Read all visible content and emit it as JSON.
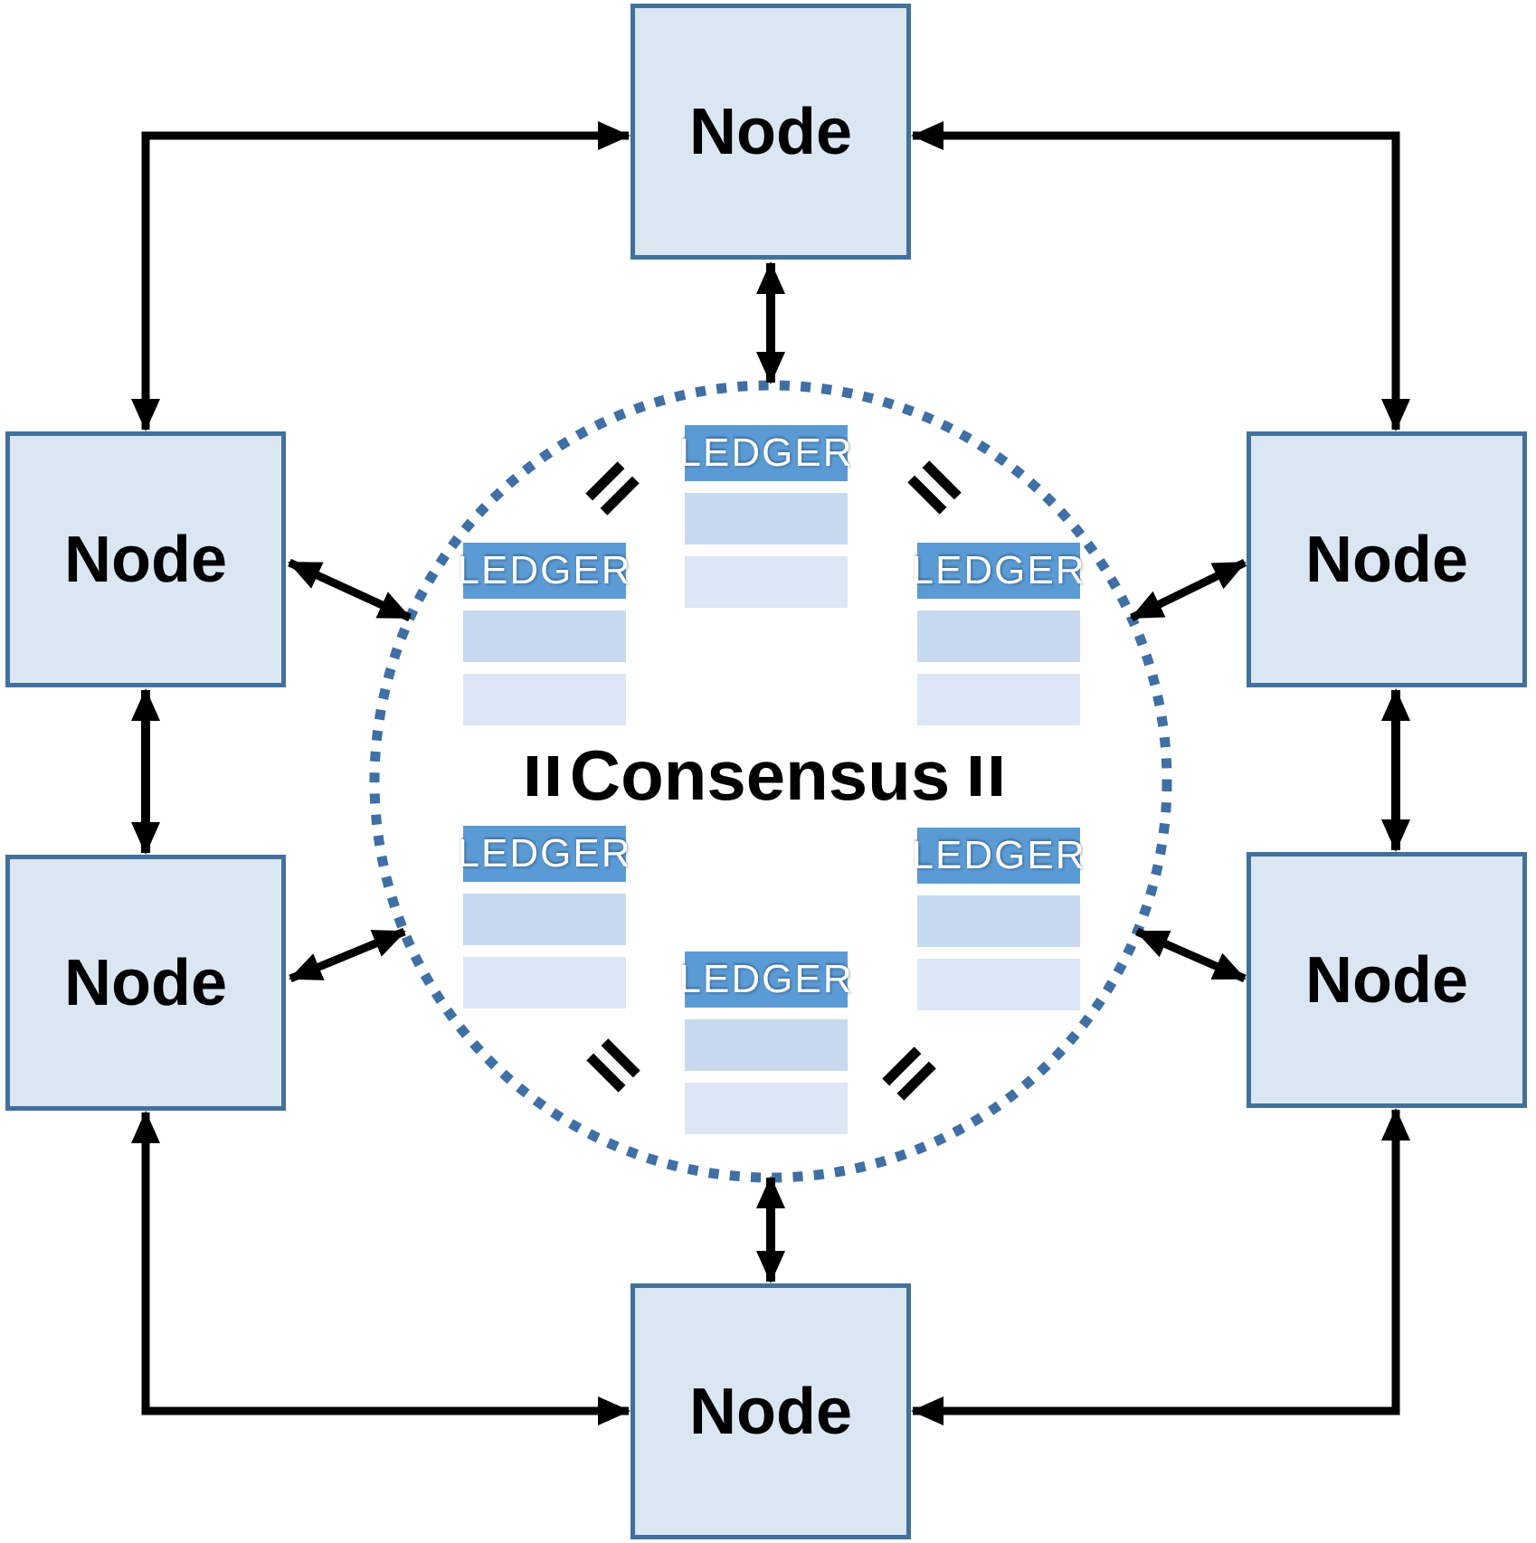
{
  "diagram": {
    "type": "blockchain-consensus-network",
    "center_label": "Consensus",
    "nodes": [
      {
        "id": "top",
        "label": "Node"
      },
      {
        "id": "left-upper",
        "label": "Node"
      },
      {
        "id": "left-lower",
        "label": "Node"
      },
      {
        "id": "right-upper",
        "label": "Node"
      },
      {
        "id": "right-lower",
        "label": "Node"
      },
      {
        "id": "bottom",
        "label": "Node"
      }
    ],
    "ledgers": [
      {
        "id": "top-center",
        "label": "LEDGER"
      },
      {
        "id": "mid-left",
        "label": "LEDGER"
      },
      {
        "id": "mid-right",
        "label": "LEDGER"
      },
      {
        "id": "lower-left",
        "label": "LEDGER"
      },
      {
        "id": "lower-right",
        "label": "LEDGER"
      },
      {
        "id": "bottom-center",
        "label": "LEDGER"
      }
    ],
    "equality_marks_count": 6,
    "colors": {
      "node_fill": "#dbe6f3",
      "node_border": "#41719c",
      "ledger_header": "#5b9bd5",
      "ledger_row_medium": "#c6d9ee",
      "ledger_row_light": "#dce6f4",
      "circle_dots": "#3f6fa5",
      "arrows": "#000000",
      "node_text": "#000000",
      "ledger_text": "#ffffff"
    }
  }
}
